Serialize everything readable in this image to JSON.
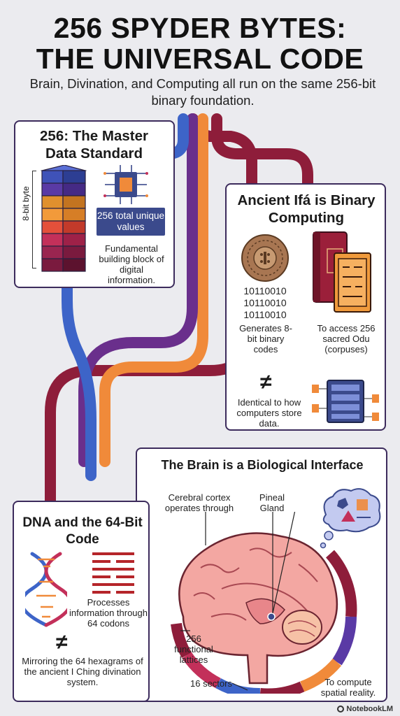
{
  "header": {
    "title_line1": "256 SPYDER BYTES:",
    "title_line2": "THE UNIVERSAL CODE",
    "subtitle": "Brain, Divination, and Computing all run on the same 256-bit binary foundation."
  },
  "master_card": {
    "title": "256: The Master Data Standard",
    "axis_label": "8-bit byte",
    "badge": "256 total unique values",
    "description": "Fundamental building block of digital information."
  },
  "ifa_card": {
    "title": "Ancient Ifá is Binary Computing",
    "binary_codes": [
      "10110010",
      "10110010",
      "10110010"
    ],
    "generates": "Generates 8-bit binary codes",
    "access": "To access 256 sacred Odu (corpuses)",
    "not_equal": "≠",
    "identical": "Identical to how computers store data."
  },
  "brain_card": {
    "title": "The Brain is a Biological Interface",
    "cortex_label": "Cerebral cortex operates through",
    "pineal_label": "Pineal Gland",
    "lattices_label": "256 functional lattices",
    "sectors_label": "16 sectors",
    "compute_label": "To compute spatial reality."
  },
  "dna_card": {
    "title": "DNA and the 64-Bit Code",
    "processes": "Processes information through 64 codons",
    "not_equal": "≠",
    "mirroring": "Mirroring the 64 hexagrams of the ancient I Ching divination system."
  },
  "footer": {
    "brand": "NotebookLM"
  },
  "colors": {
    "pipe_blue": "#3d64c8",
    "pipe_purple": "#6a2f8c",
    "pipe_orange": "#f08a3a",
    "pipe_maroon": "#8e1d3a",
    "card_border": "#3c2b5c",
    "badge": "#3b4a8c"
  }
}
